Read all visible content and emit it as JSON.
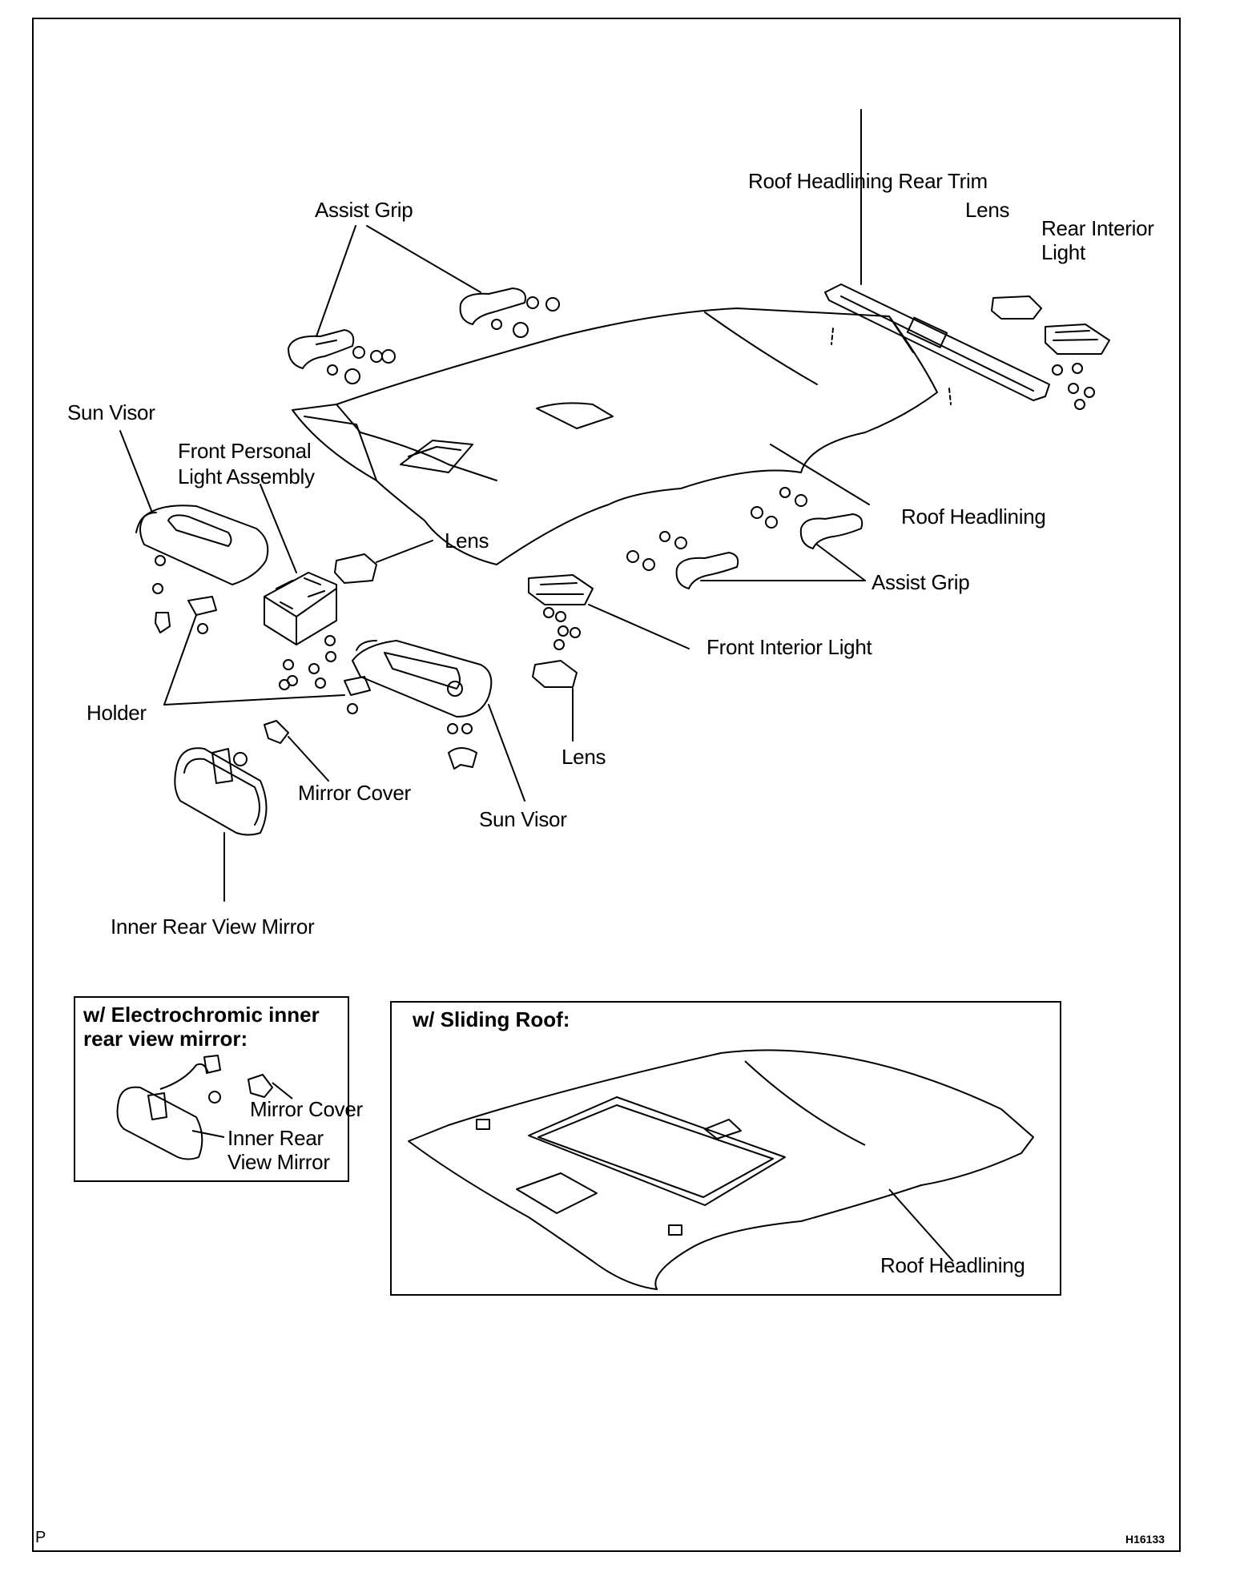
{
  "labels": {
    "assist_grip_top": "Assist Grip",
    "roof_headlining_rear_trim": "Roof Headlining Rear Trim",
    "lens_rear": "Lens",
    "rear_interior_light": "Rear  Interior\nLight",
    "sun_visor_left": "Sun Visor",
    "front_personal_light_assembly": "Front Personal\nLight Assembly",
    "lens_front_personal": "Lens",
    "roof_headlining": "Roof Headlining",
    "assist_grip_right": "Assist Grip",
    "front_interior_light": "Front Interior Light",
    "holder": "Holder",
    "lens_front_interior": "Lens",
    "mirror_cover": "Mirror Cover",
    "sun_visor_right": "Sun Visor",
    "inner_rear_view_mirror": "Inner Rear View Mirror"
  },
  "inset_electrochromic": {
    "title": "w/ Electrochromic inner\nrear view mirror:",
    "mirror_cover": "Mirror Cover",
    "inner_rear_view_mirror": "Inner Rear\nView Mirror"
  },
  "inset_sliding_roof": {
    "title": "w/ Sliding Roof:",
    "roof_headlining": "Roof Headlining"
  },
  "footer": {
    "page_mark": "P",
    "figure_code": "H16133"
  }
}
